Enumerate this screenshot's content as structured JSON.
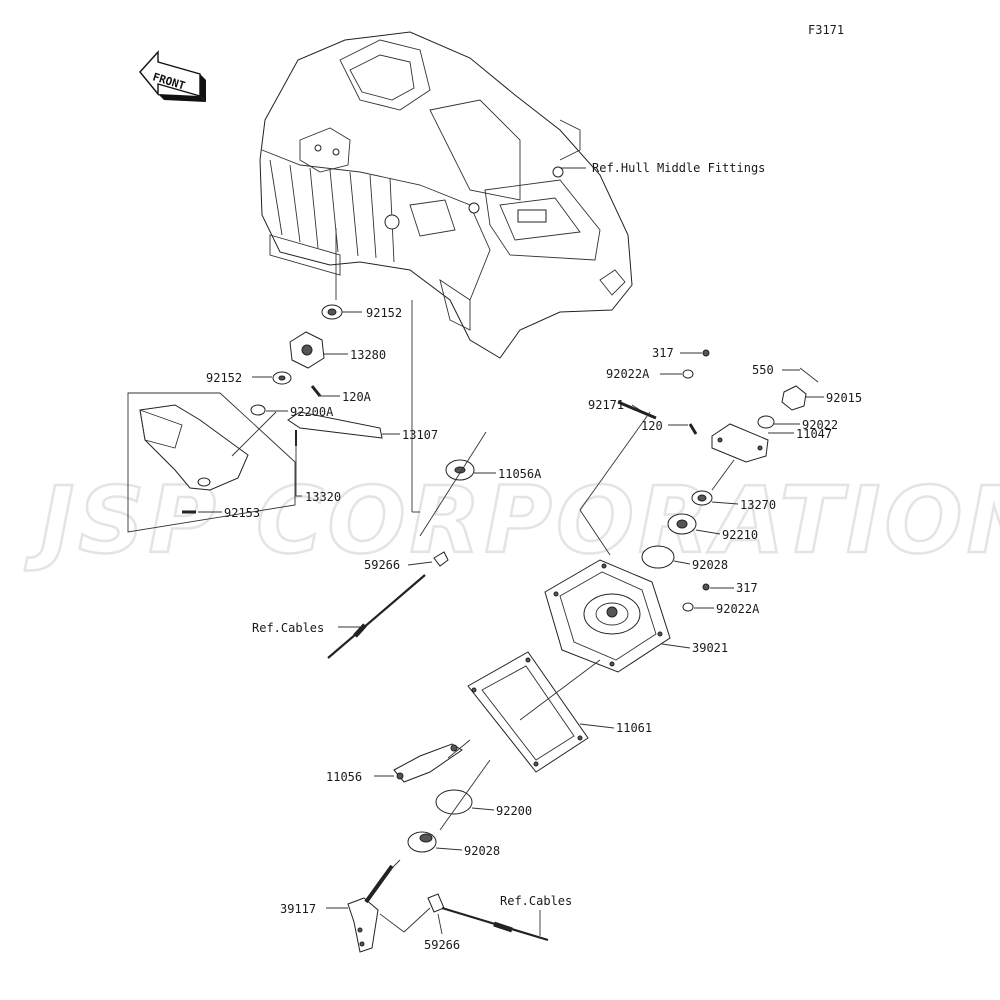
{
  "figure_code": "F3171",
  "front_label": "FRONT",
  "watermark": "JSP CORPORATION",
  "parts": [
    {
      "id": "p1",
      "number": "Ref.Hull Middle Fittings"
    },
    {
      "id": "p2",
      "number": "92152"
    },
    {
      "id": "p3",
      "number": "13280"
    },
    {
      "id": "p4",
      "number": "92152"
    },
    {
      "id": "p5",
      "number": "120A"
    },
    {
      "id": "p6",
      "number": "92200A"
    },
    {
      "id": "p7",
      "number": "13320"
    },
    {
      "id": "p8",
      "number": "92153"
    },
    {
      "id": "p9",
      "number": "13107"
    },
    {
      "id": "p10",
      "number": "11056A"
    },
    {
      "id": "p11",
      "number": "59266"
    },
    {
      "id": "p12",
      "number": "Ref.Cables"
    },
    {
      "id": "p13",
      "number": "317"
    },
    {
      "id": "p14",
      "number": "92022A"
    },
    {
      "id": "p15",
      "number": "92171"
    },
    {
      "id": "p16",
      "number": "550"
    },
    {
      "id": "p17",
      "number": "92015"
    },
    {
      "id": "p18",
      "number": "92022"
    },
    {
      "id": "p19",
      "number": "120"
    },
    {
      "id": "p20",
      "number": "11047"
    },
    {
      "id": "p21",
      "number": "13270"
    },
    {
      "id": "p22",
      "number": "92210"
    },
    {
      "id": "p23",
      "number": "92028"
    },
    {
      "id": "p24",
      "number": "317"
    },
    {
      "id": "p25",
      "number": "92022A"
    },
    {
      "id": "p26",
      "number": "39021"
    },
    {
      "id": "p27",
      "number": "11061"
    },
    {
      "id": "p28",
      "number": "11056"
    },
    {
      "id": "p29",
      "number": "92200"
    },
    {
      "id": "p30",
      "number": "92028"
    },
    {
      "id": "p31",
      "number": "39117"
    },
    {
      "id": "p32",
      "number": "59266"
    },
    {
      "id": "p33",
      "number": "Ref.Cables"
    }
  ]
}
